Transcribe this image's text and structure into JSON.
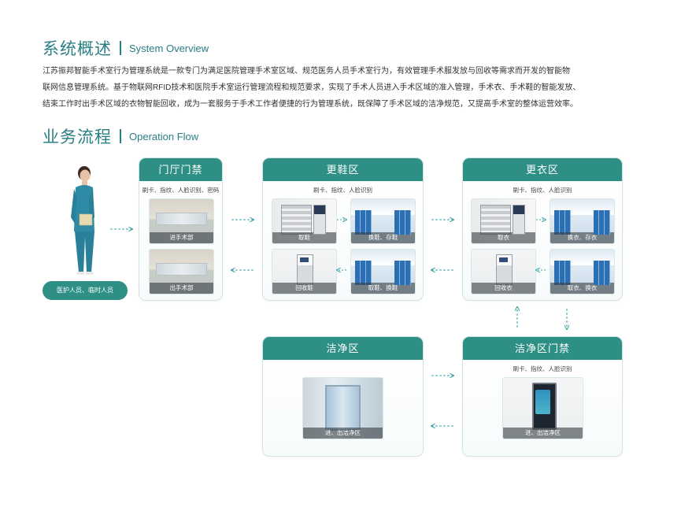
{
  "overview": {
    "title_zh": "系统概述",
    "title_en": "System Overview",
    "lines": [
      "江苏振邦智能手术室行为管理系统是一款专门为满足医院管理手术室区域、规范医务人员手术室行为，有效管理手术服发放与回收等需求而开发的智能物",
      "联网信息管理系统。基于物联网RFID技术和医院手术室运行管理流程和规范要求，实现了手术人员进入手术区域的准入管理，手术衣、手术鞋的智能发放、",
      "结束工作时出手术区域的衣物智能回收，成为一套服务于手术工作者便捷的行为管理系统，既保障了手术区域的洁净规范，又提高手术室的整体运营效率。"
    ]
  },
  "flow": {
    "title_zh": "业务流程",
    "title_en": "Operation Flow"
  },
  "person": {
    "label": "医护人员、临时人员"
  },
  "cards": {
    "lobby": {
      "title": "门厅门禁",
      "sub": "刷卡、指纹、人脸识别、密码",
      "tiles": [
        "进手术部",
        "出手术部"
      ]
    },
    "shoe": {
      "title": "更鞋区",
      "sub": "刷卡、指纹、人脸识别",
      "tiles": [
        "取鞋",
        "换鞋、存鞋",
        "回收鞋",
        "取鞋、换鞋"
      ]
    },
    "cloth": {
      "title": "更衣区",
      "sub": "刷卡、指纹、人脸识别",
      "tiles": [
        "取衣",
        "换衣、存衣",
        "回收衣",
        "取衣、换衣"
      ]
    },
    "clean": {
      "title": "洁净区",
      "tiles": [
        "进、出洁净区"
      ]
    },
    "gate": {
      "title": "洁净区门禁",
      "sub": "刷卡、指纹、人脸识别",
      "tiles": [
        "进、出洁净区"
      ]
    }
  },
  "colors": {
    "accent": "#2e8f85",
    "title": "#2a7f84",
    "arrow": "#3aa0a6"
  }
}
